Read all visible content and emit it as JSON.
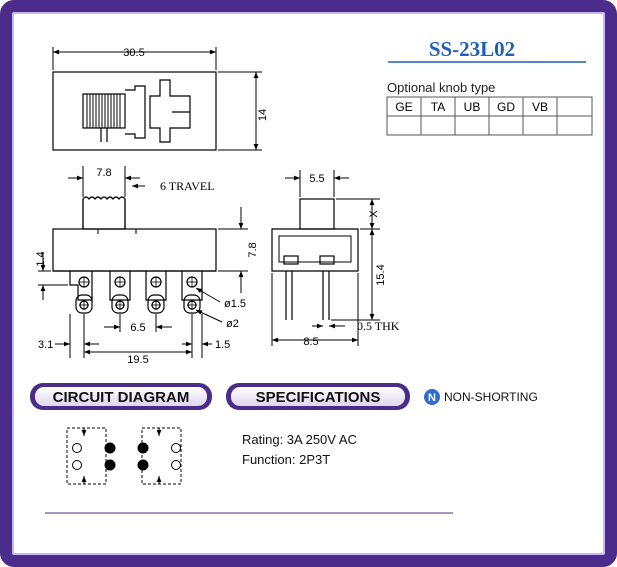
{
  "model": "SS-23L02",
  "knob": {
    "title": "Optional knob type",
    "types": [
      "GE",
      "TA",
      "UB",
      "GD",
      "VB",
      ""
    ]
  },
  "dims": {
    "width_overall": "30.5",
    "height_body": "14",
    "knob_width": "7.8",
    "travel": "6  TRAVEL",
    "body_h": "7.8",
    "side_gap": "1.4",
    "hole_big": "ø1.5",
    "hole_small": "ø2",
    "pitch": "6.5",
    "left_offset": "3.1",
    "pin_span": "19.5",
    "right_offset": "1.5",
    "side_top": "5.5",
    "side_x": "X",
    "side_height": "15.4",
    "side_bottom": "8.5",
    "thickness": "0.5  THK"
  },
  "sections": {
    "circuit": "CIRCUIT DIAGRAM",
    "specs": "SPECIFICATIONS",
    "badge_letter": "N",
    "badge_text": "NON-SHORTING"
  },
  "specs": {
    "rating": "Rating: 3A  250V AC",
    "function": "Function: 2P3T"
  },
  "colors": {
    "frame": "#4b2c8a",
    "title": "#1f5fb8",
    "pill": "#4b2c8a"
  }
}
